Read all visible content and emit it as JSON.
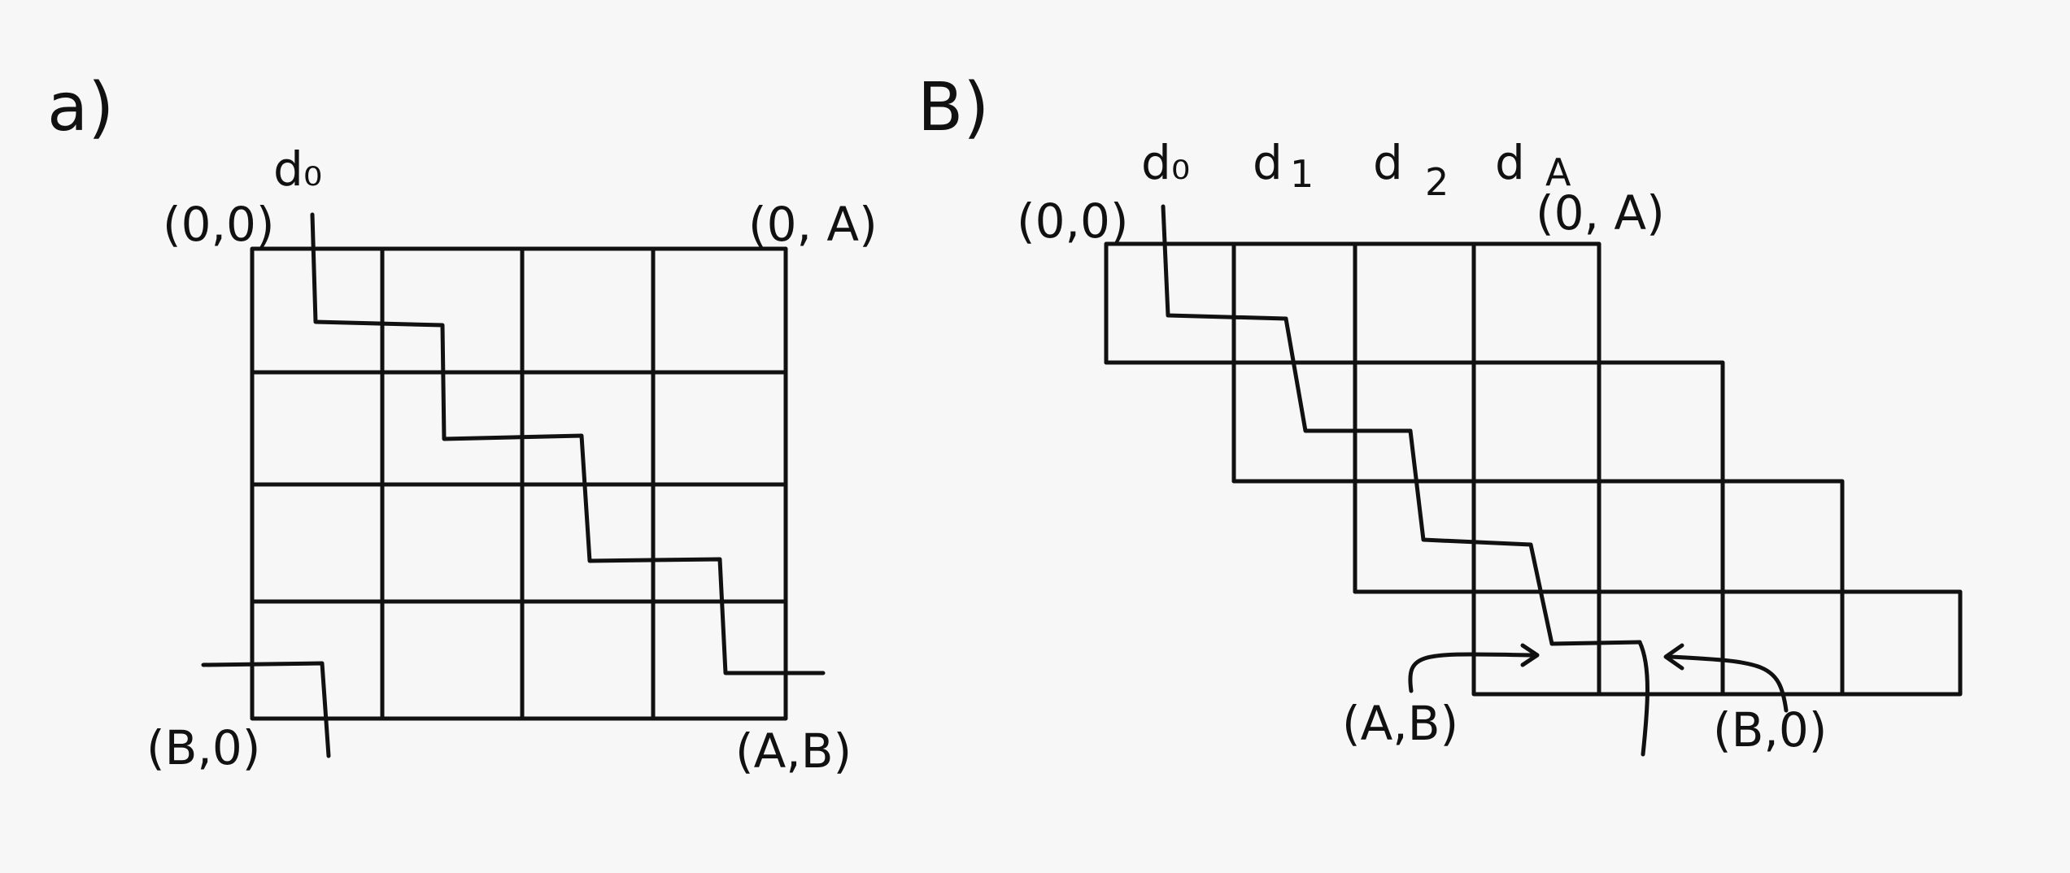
{
  "panel_a": {
    "label": "a)",
    "top_label": "d₀",
    "corners": {
      "top_left": "(0,0)",
      "top_right": "(0, A)",
      "bottom_left": "(B,0)",
      "bottom_right": "(A,B)"
    }
  },
  "panel_b": {
    "label": "B)",
    "top_labels": [
      "d₀",
      "d",
      "d",
      "d"
    ],
    "top_subscripts": [
      "",
      "1",
      "2",
      "A"
    ],
    "corners": {
      "top_left": "(0,0)",
      "top_right": "(0, A)",
      "bottom_left": "(A,B)",
      "bottom_right": "(B,0)"
    }
  },
  "colors": {
    "ink": "#111111",
    "paper": "#f7f7f7"
  }
}
